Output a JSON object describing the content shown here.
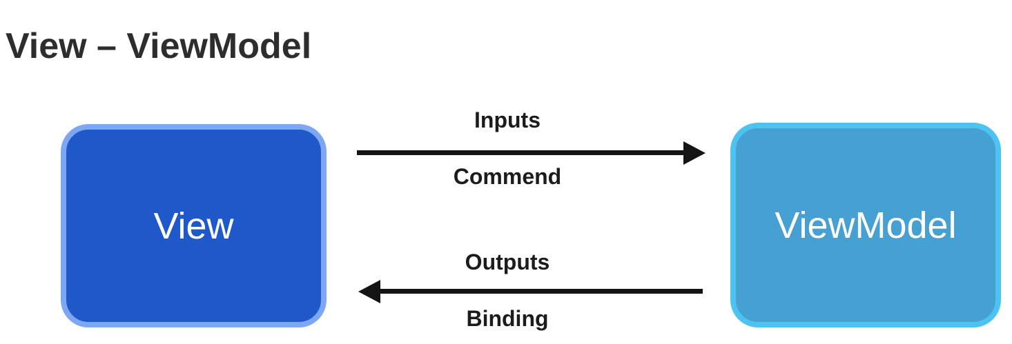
{
  "title": "View – ViewModel",
  "diagram": {
    "nodes": [
      {
        "id": "view",
        "label": "View",
        "fill_color": "#1f58c8",
        "border_color": "#7da7f2",
        "text_color": "#ffffff"
      },
      {
        "id": "viewmodel",
        "label": "ViewModel",
        "fill_color": "#47a0d2",
        "border_color": "#4dc3f2",
        "text_color": "#ffffff"
      }
    ],
    "arrows": [
      {
        "id": "view-to-viewmodel",
        "direction": "right",
        "from": "View",
        "to": "ViewModel",
        "label_above": "Inputs",
        "label_below": "Commend",
        "color": "#141414"
      },
      {
        "id": "viewmodel-to-view",
        "direction": "left",
        "from": "ViewModel",
        "to": "View",
        "label_above": "Outputs",
        "label_below": "Binding",
        "color": "#141414"
      }
    ]
  }
}
